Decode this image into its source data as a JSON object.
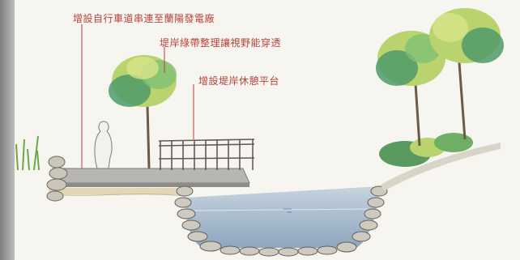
{
  "annotations": [
    {
      "id": "bike-lane",
      "text": "增設自行車道串連至蘭陽發電廠"
    },
    {
      "id": "bank-greenbelt",
      "text": "堤岸綠帶整理讓視野能穿透"
    },
    {
      "id": "rest-platform",
      "text": "增設堤岸休憩平台"
    }
  ],
  "colors": {
    "annotation_text": "#b6413a",
    "leader_line": "#b6413a",
    "water": "#9fb3c8",
    "foliage_dark": "#3f7f4f",
    "foliage_light": "#b9d46e",
    "stone": "#c9c4ba",
    "deck": "#a7a4a0",
    "soil": "#d9c9a3"
  }
}
